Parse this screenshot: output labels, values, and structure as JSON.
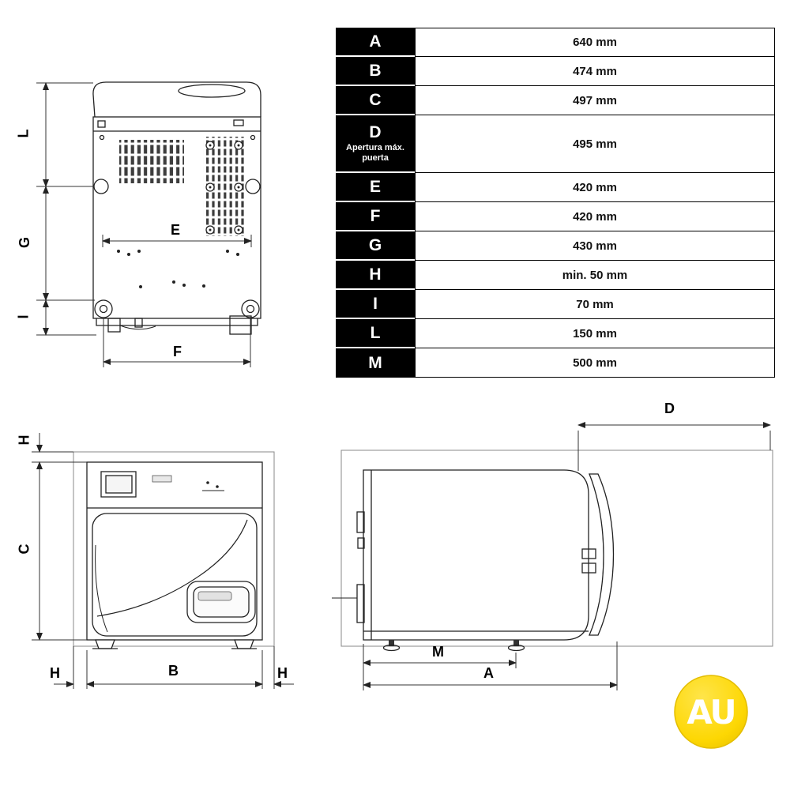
{
  "table": {
    "rows": [
      {
        "letter": "A",
        "value": "640 mm"
      },
      {
        "letter": "B",
        "value": "474 mm"
      },
      {
        "letter": "C",
        "value": "497 mm"
      },
      {
        "letter": "D",
        "sub": "Apertura máx. puerta",
        "value": "495 mm"
      },
      {
        "letter": "E",
        "value": "420 mm"
      },
      {
        "letter": "F",
        "value": "420 mm"
      },
      {
        "letter": "G",
        "value": "430 mm"
      },
      {
        "letter": "H",
        "value": "min. 50 mm"
      },
      {
        "letter": "I",
        "value": "70 mm"
      },
      {
        "letter": "L",
        "value": "150 mm"
      },
      {
        "letter": "M",
        "value": "500 mm"
      }
    ]
  },
  "rear_view": {
    "dim_L": "L",
    "dim_G": "G",
    "dim_I": "I",
    "dim_E": "E",
    "dim_F": "F"
  },
  "front_view": {
    "dim_H_top": "H",
    "dim_C": "C",
    "dim_H_left": "H",
    "dim_B": "B",
    "dim_H_right": "H"
  },
  "side_view": {
    "dim_D": "D",
    "dim_M": "M",
    "dim_A": "A"
  },
  "logo": {
    "text": "AU",
    "color": "#FDD703"
  }
}
